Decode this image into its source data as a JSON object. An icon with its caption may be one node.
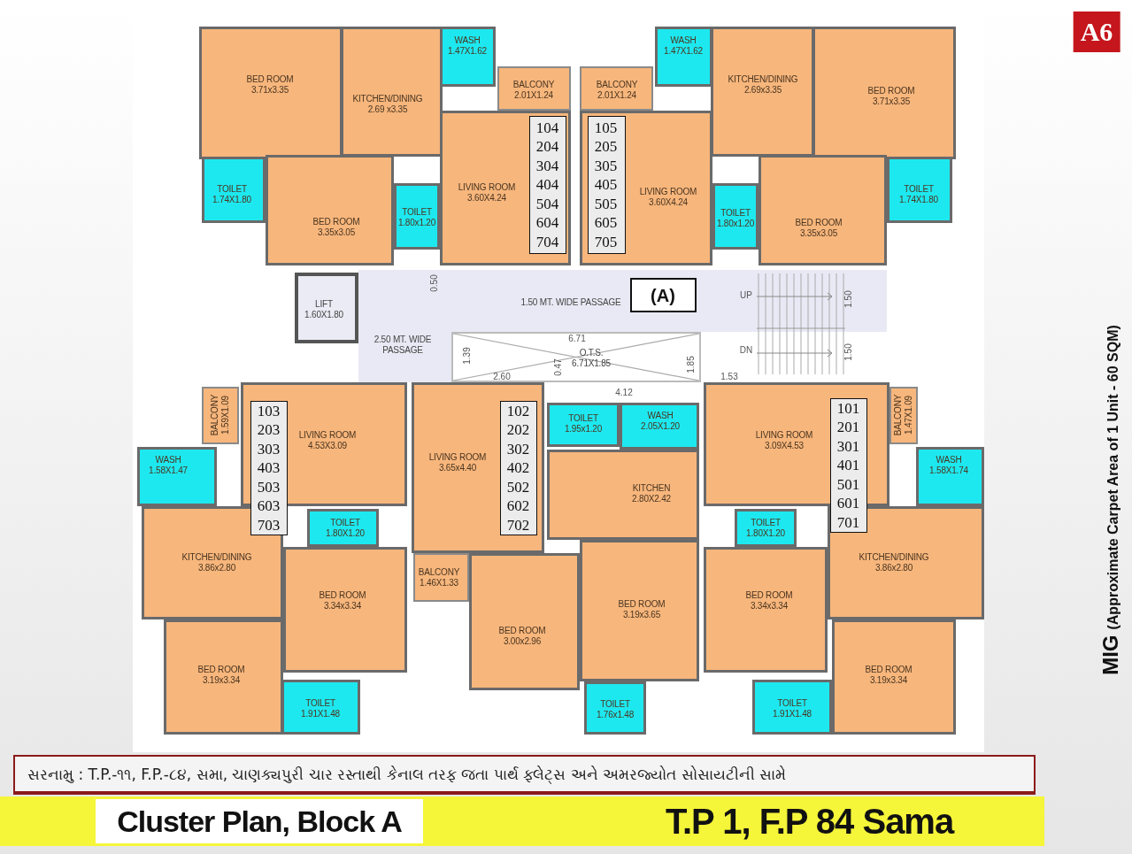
{
  "diagram": {
    "title": "Cluster Plan, Block A",
    "nodes": [
      {
        "text": [
          "BED ROOM",
          "3.71x3.35"
        ]
      },
      {
        "text": [
          "KITCHEN/DINING",
          "2.69 x3.35"
        ]
      },
      {
        "text": [
          "WASH",
          "1.47X1.62"
        ]
      },
      {
        "text": [
          "BALCONY",
          "2.01X1.24"
        ]
      },
      {
        "text": [
          "BALCONY",
          "2.01X1.24"
        ]
      },
      {
        "text": [
          "WASH",
          "1.47X1.62"
        ]
      },
      {
        "text": [
          "KITCHEN/DINING",
          "2.69x3.35"
        ]
      },
      {
        "text": [
          "BED ROOM",
          "3.71x3.35"
        ]
      },
      {
        "text": [
          "TOILET",
          "1.74X1.80"
        ]
      },
      {
        "text": [
          "BED ROOM",
          "3.35x3.05"
        ]
      },
      {
        "text": [
          "TOILET",
          "1.80x1.20"
        ]
      },
      {
        "text": [
          "LIVING ROOM",
          "3.60X4.24"
        ]
      },
      {
        "text": [
          "104",
          "204",
          "304",
          "404",
          "504",
          "604",
          "704"
        ],
        "in": 11
      },
      {
        "text": [
          "LIVING ROOM",
          "3.60X4.24"
        ]
      },
      {
        "text": [
          "105",
          "205",
          "305",
          "405",
          "505",
          "605",
          "705"
        ],
        "in": 13
      },
      {
        "text": [
          "TOILET",
          "1.80x1.20"
        ]
      },
      {
        "text": [
          "BED ROOM",
          "3.35x3.05"
        ]
      },
      {
        "text": [
          "TOILET",
          "1.74X1.80"
        ]
      },
      {
        "text": [
          "LIFT",
          "1.60X1.80"
        ]
      },
      {
        "text": [
          "1.50 MT. WIDE PASSAGE"
        ]
      },
      {
        "text": [
          "(A)"
        ],
        "in": 19
      },
      {
        "text": [
          "2.50 MT. WIDE PASSAGE"
        ]
      },
      {
        "text": [
          "O.T.S.",
          "6.71X1.85"
        ]
      },
      {
        "text": [
          "BALCONY",
          "1.59X1.09"
        ]
      },
      {
        "text": [
          "LIVING ROOM",
          "4.53X3.09"
        ]
      },
      {
        "text": [
          "103",
          "203",
          "303",
          "403",
          "503",
          "603",
          "703"
        ]
      },
      {
        "text": [
          "LIVING ROOM",
          "3.65x4.40"
        ]
      },
      {
        "text": [
          "102",
          "202",
          "302",
          "402",
          "502",
          "602",
          "702"
        ],
        "in": 26
      },
      {
        "text": [
          "TOILET",
          "1.95x1.20"
        ]
      },
      {
        "text": [
          "WASH",
          "2.05X1.20"
        ]
      },
      {
        "text": [
          "LIVING ROOM",
          "3.09X4.53"
        ]
      },
      {
        "text": [
          "101",
          "201",
          "301",
          "401",
          "501",
          "601",
          "701"
        ]
      },
      {
        "text": [
          "BALCONY",
          "1.47X1.09"
        ]
      },
      {
        "text": [
          "WASH",
          "1.58X1.47"
        ]
      },
      {
        "text": [
          "WASH",
          "1.58X1.74"
        ]
      },
      {
        "text": [
          "KITCHEN",
          "2.80X2.42"
        ]
      },
      {
        "text": [
          "KITCHEN/DINING",
          "3.86x2.80"
        ]
      },
      {
        "text": [
          "TOILET",
          "1.80X1.20"
        ]
      },
      {
        "text": [
          "TOILET",
          "1.80X1.20"
        ]
      },
      {
        "text": [
          "KITCHEN/DINING",
          "3.86x2.80"
        ]
      },
      {
        "text": [
          "BALCONY",
          "1.46X1.33"
        ]
      },
      {
        "text": [
          "BED ROOM",
          "3.34x3.34"
        ]
      },
      {
        "text": [
          "BED ROOM",
          "3.19x3.65"
        ]
      },
      {
        "text": [
          "BED ROOM",
          "3.34x3.34"
        ]
      },
      {
        "text": [
          "BED ROOM",
          "3.00x2.96"
        ]
      },
      {
        "text": [
          "BED ROOM",
          "3.19x3.34"
        ]
      },
      {
        "text": [
          "BED ROOM",
          "3.19x3.34"
        ]
      },
      {
        "text": [
          "TOILET",
          "1.91X1.48"
        ]
      },
      {
        "text": [
          "TOILET",
          "1.76x1.48"
        ]
      },
      {
        "text": [
          "TOILET",
          "1.91X1.48"
        ]
      }
    ],
    "labels": [
      "A6",
      "0.50",
      "UP",
      "1.50",
      "6.71",
      "1.39",
      "0.47",
      "1.85",
      "DN",
      "1.50",
      "2.60",
      "1.53",
      "4.12",
      "MIG",
      "(Approximate Carpet Area of 1 Unit - 60 SQM)",
      "સરનામુ : T.P.-૧૧, F.P.-૮૪, સમા, ચાણક્યપુરી ચાર રસ્તાથી કેનાલ તરફ જતા પાર્થ ફ્લેટ્સ અને અમરજ્યોત સોસાયટીની સામે",
      "T.P 1, F.P 84 Sama"
    ]
  }
}
